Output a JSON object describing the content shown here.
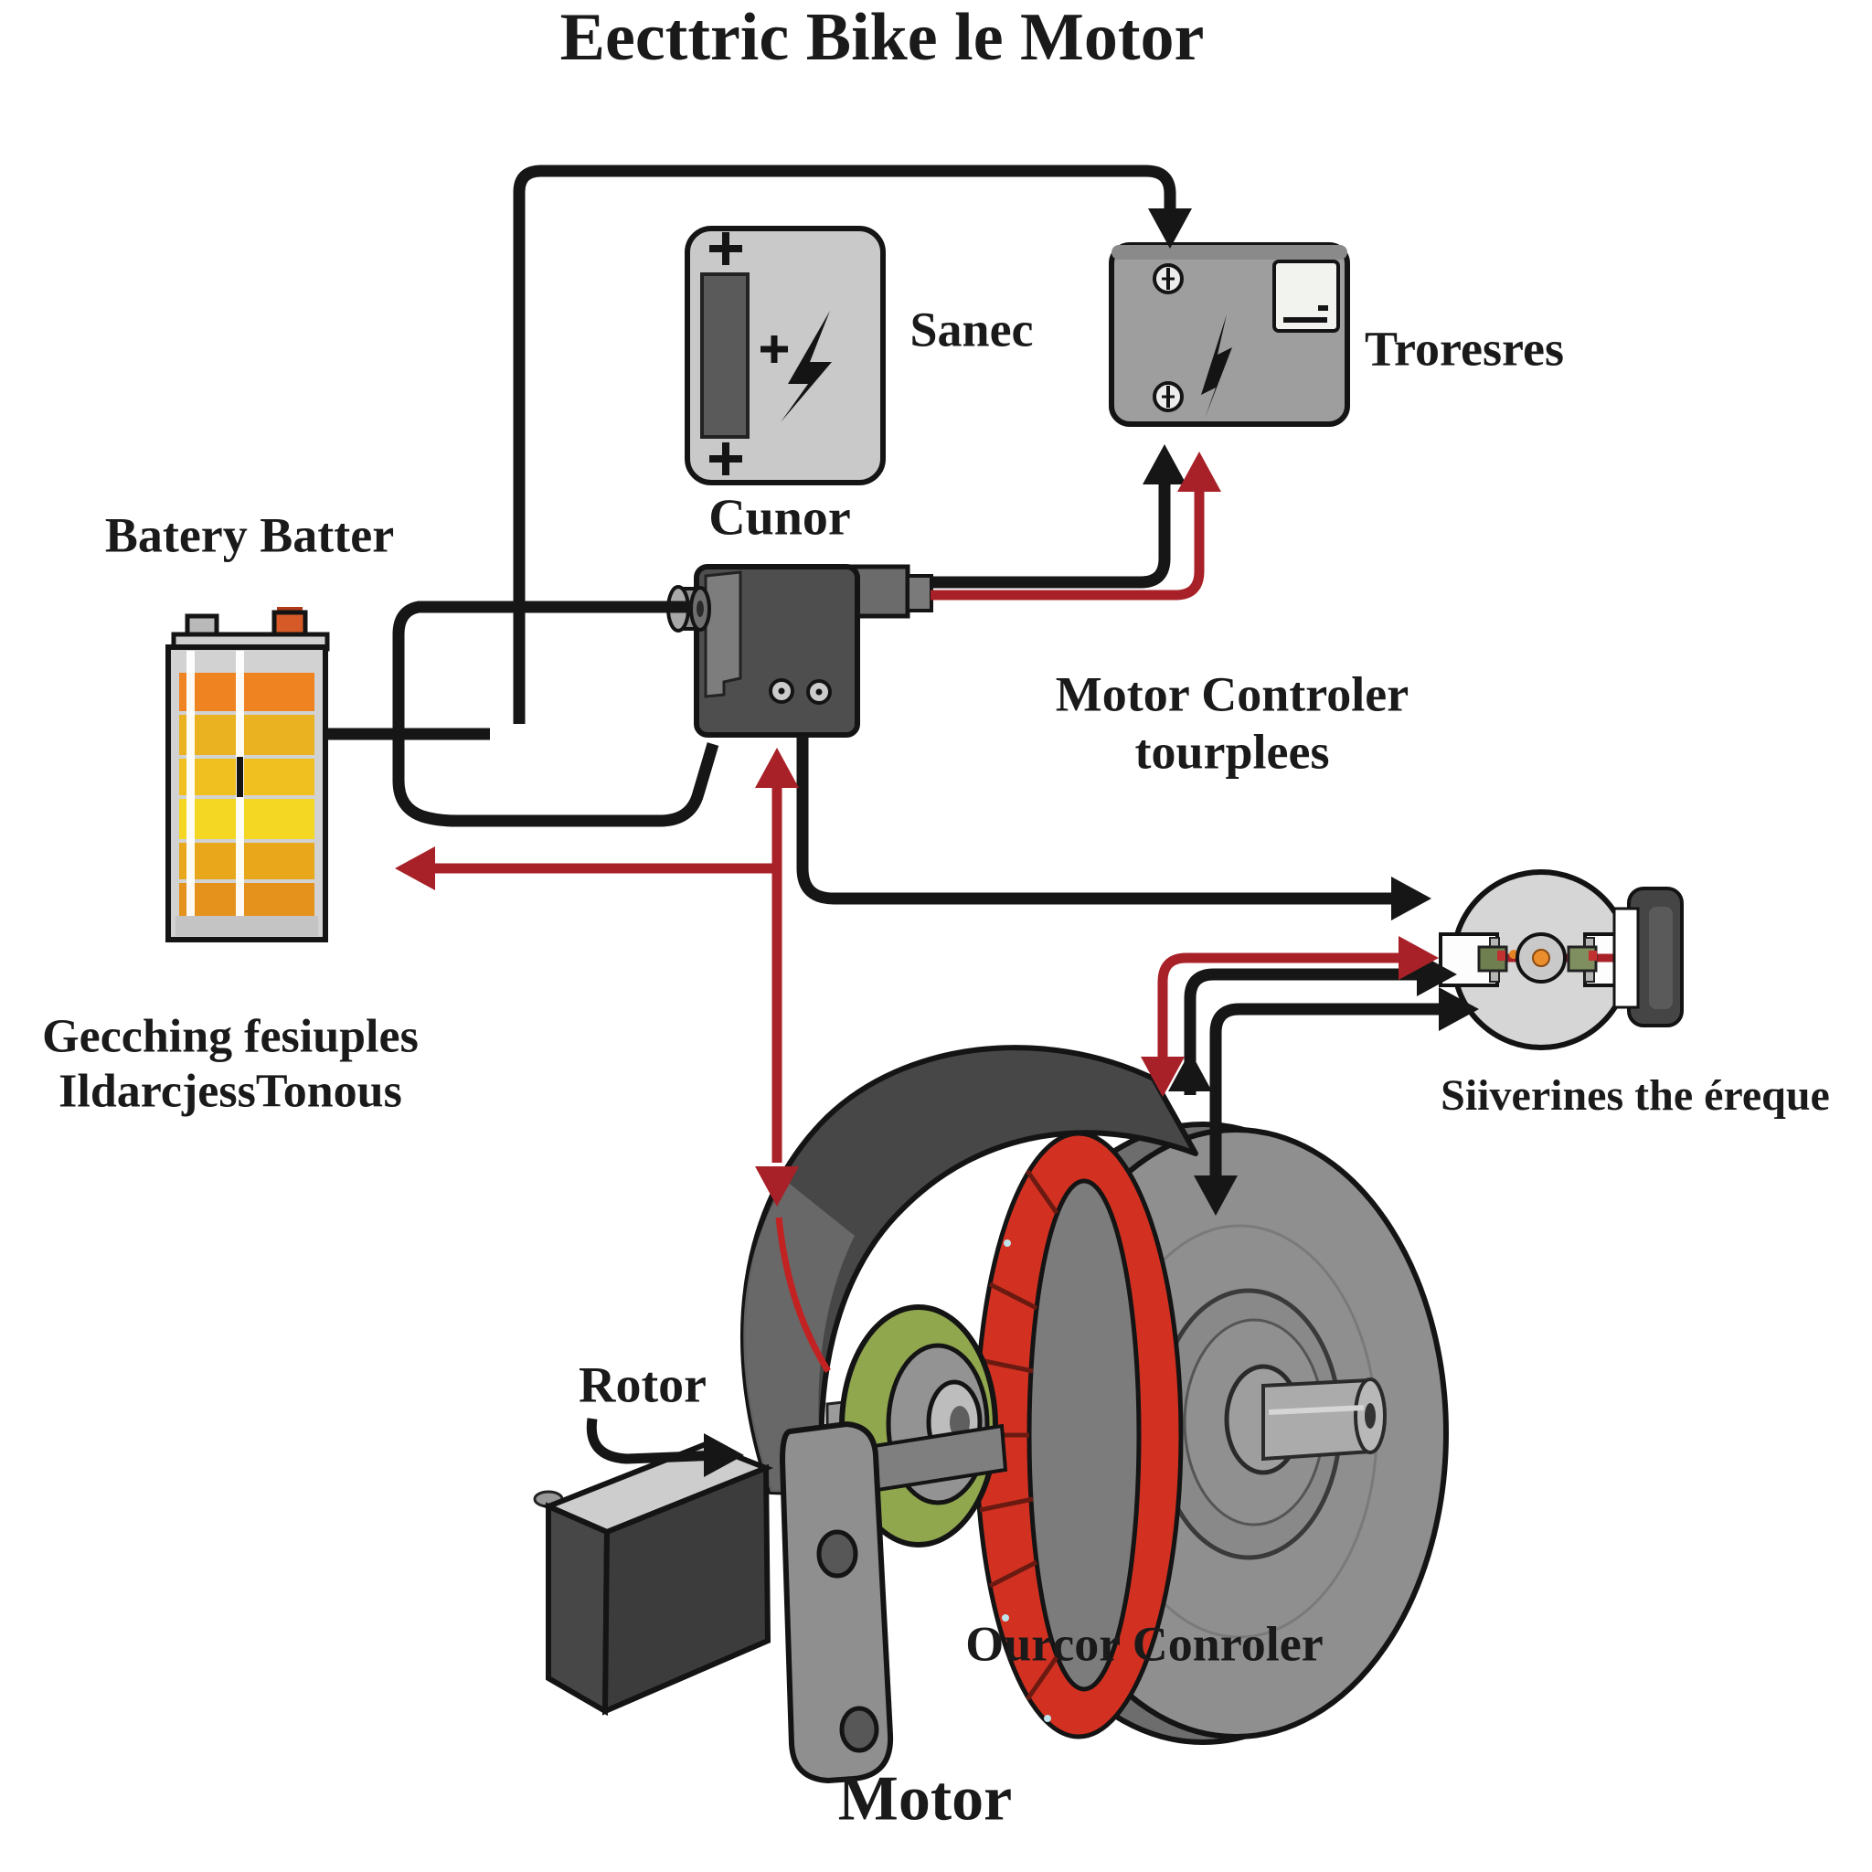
{
  "title": "Eecttric Bike le Motor",
  "components": {
    "charger": {
      "label": "Sanec"
    },
    "display": {
      "label": "Troresres"
    },
    "battery": {
      "label": "Batery Batter",
      "note_line1": "Gecching fesiuples",
      "note_line2": "IldarcjessTonous"
    },
    "throttle": {
      "label": "Cunor"
    },
    "controller": {
      "label_line1": "Motor Controler",
      "label_line2": "tourplees"
    },
    "hub": {
      "label": "Siiverines the éreque"
    },
    "motor": {
      "label": "Motor",
      "rotor_label": "Rotor",
      "outer_label": "Ourcor Conroler"
    }
  },
  "colors": {
    "wire_black": "#161616",
    "wire_red": "#a82128",
    "box_light": "#c9c9c9",
    "box_mid": "#9e9e9e",
    "component_dark": "#4e4e4e",
    "magnet_red": "#d23121",
    "stator_green": "#90a74e",
    "battery_bands": [
      "#ef8322",
      "#eab221",
      "#efc01f",
      "#f3d723",
      "#e9a81c",
      "#e5921d"
    ],
    "terminal_orange": "#d55a28",
    "text": "#1a1a1a",
    "background": "#ffffff"
  }
}
